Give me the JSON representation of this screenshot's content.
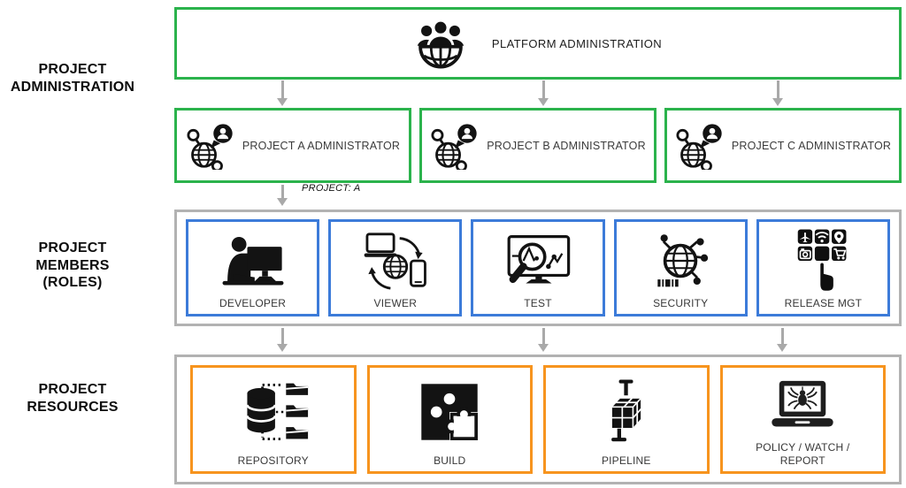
{
  "colors": {
    "green": "#2bb34c",
    "blue": "#3c7bd9",
    "orange": "#f7941e",
    "container-border": "#b2b2b2",
    "arrow": "#a9a9a9"
  },
  "side_labels": [
    {
      "text": "PROJECT\nADMINISTRATION"
    },
    {
      "text": "PROJECT\nMEMBERS\n(ROLES)"
    },
    {
      "text": "PROJECT\nRESOURCES"
    }
  ],
  "platform": {
    "label": "PLATFORM ADMINISTRATION",
    "icon": "people-globe-icon"
  },
  "admin_boxes": [
    {
      "label": "PROJECT A ADMINISTRATOR",
      "icon": "admin-network-globe-icon"
    },
    {
      "label": "PROJECT B ADMINISTRATOR",
      "icon": "admin-network-globe-icon"
    },
    {
      "label": "PROJECT C ADMINISTRATOR",
      "icon": "admin-network-globe-icon"
    }
  ],
  "project_tag": {
    "label": "PROJECT: A"
  },
  "roles": [
    {
      "label": "DEVELOPER",
      "icon": "developer-at-computer-icon"
    },
    {
      "label": "VIEWER",
      "icon": "devices-sync-globe-icon"
    },
    {
      "label": "TEST",
      "icon": "monitor-magnifier-chart-icon"
    },
    {
      "label": "SECURITY",
      "icon": "connected-globe-circuit-icon"
    },
    {
      "label": "RELEASE MGT",
      "icon": "app-grid-tap-icon"
    }
  ],
  "resources": [
    {
      "label": "REPOSITORY",
      "icon": "database-folders-icon"
    },
    {
      "label": "BUILD",
      "icon": "puzzle-pieces-icon"
    },
    {
      "label": "PIPELINE",
      "icon": "cube-valve-icon"
    },
    {
      "label": "POLICY / WATCH /\nREPORT",
      "icon": "laptop-spider-icon"
    }
  ]
}
